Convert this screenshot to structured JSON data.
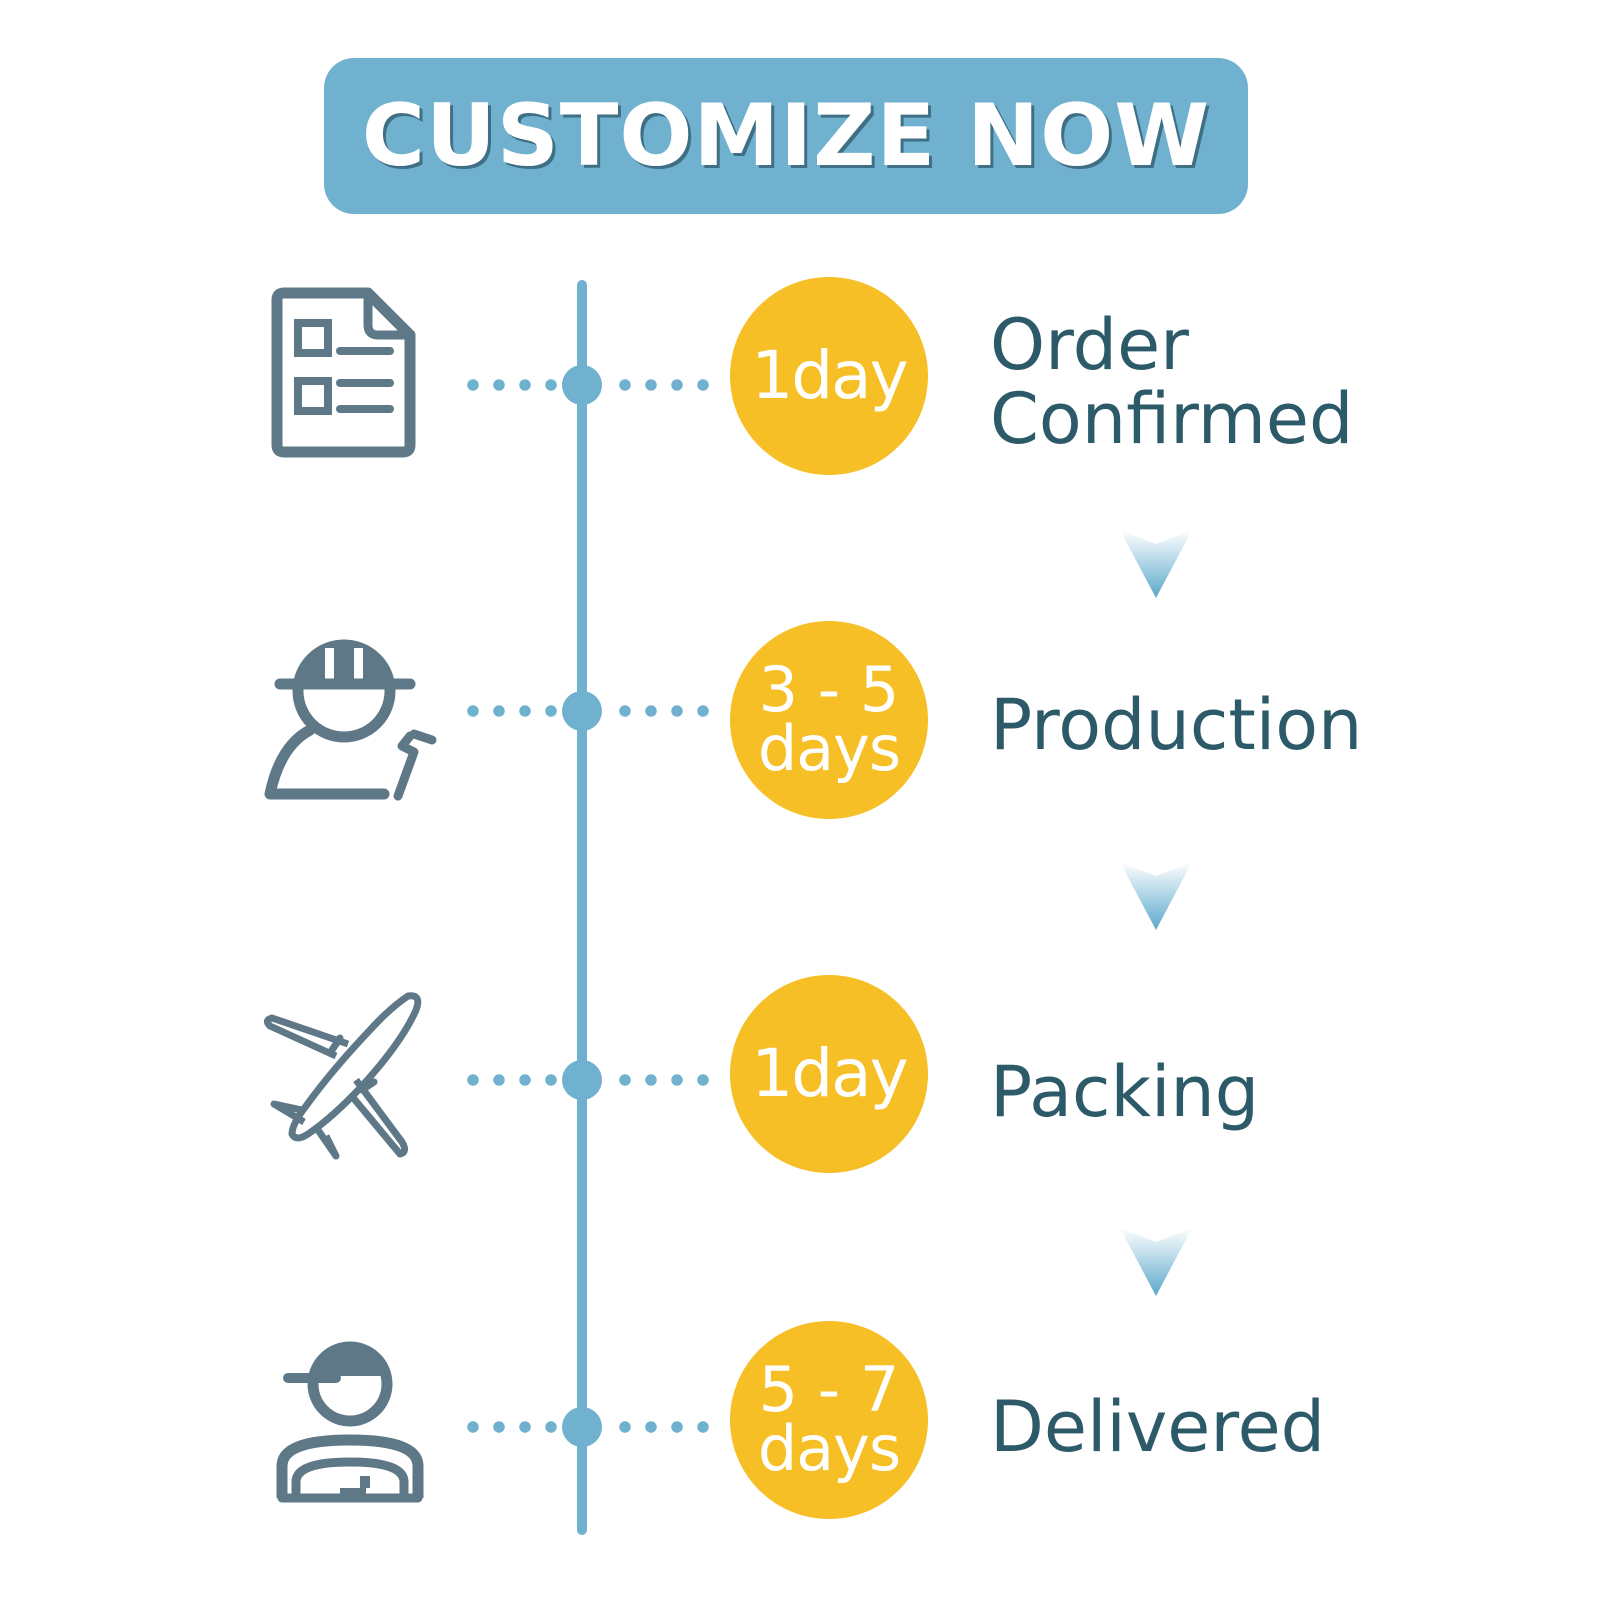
{
  "header": {
    "title": "CUSTOMIZE NOW"
  },
  "colors": {
    "banner": "#70b1cf",
    "timeline": "#70b1cf",
    "badge": "#f6bf26",
    "label": "#2d5a69",
    "icon": "#5f7887"
  },
  "steps": [
    {
      "icon": "order-form-icon",
      "badge": {
        "single": "1day"
      },
      "label_lines": [
        "Order",
        "Confirmed"
      ]
    },
    {
      "icon": "worker-icon",
      "badge": {
        "top": "3 - 5",
        "bottom": "days"
      },
      "label_lines": [
        "Production"
      ]
    },
    {
      "icon": "airplane-icon",
      "badge": {
        "single": "1day"
      },
      "label_lines": [
        "Packing"
      ]
    },
    {
      "icon": "delivery-person-icon",
      "badge": {
        "top": "5 - 7",
        "bottom": "days"
      },
      "label_lines": [
        "Delivered"
      ]
    }
  ]
}
